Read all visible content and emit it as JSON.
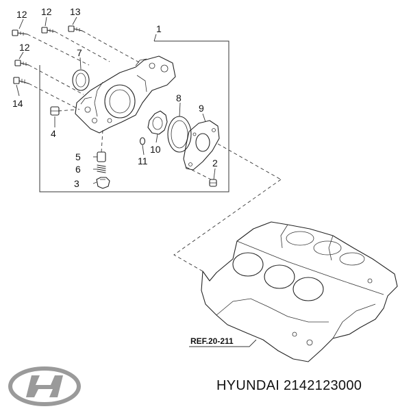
{
  "callouts": {
    "c1": "1",
    "c2": "2",
    "c3": "3",
    "c4": "4",
    "c5": "5",
    "c6": "6",
    "c7": "7",
    "c8": "8",
    "c9": "9",
    "c10": "10",
    "c11": "11",
    "c12a": "12",
    "c12b": "12",
    "c12c": "12",
    "c13": "13",
    "c14": "14"
  },
  "reference": "REF.20-211",
  "caption": "HYUNDAI 2142123000",
  "icons": {
    "logo": "hyundai-logo-icon"
  },
  "colors": {
    "ink": "#222222",
    "background": "#ffffff"
  }
}
